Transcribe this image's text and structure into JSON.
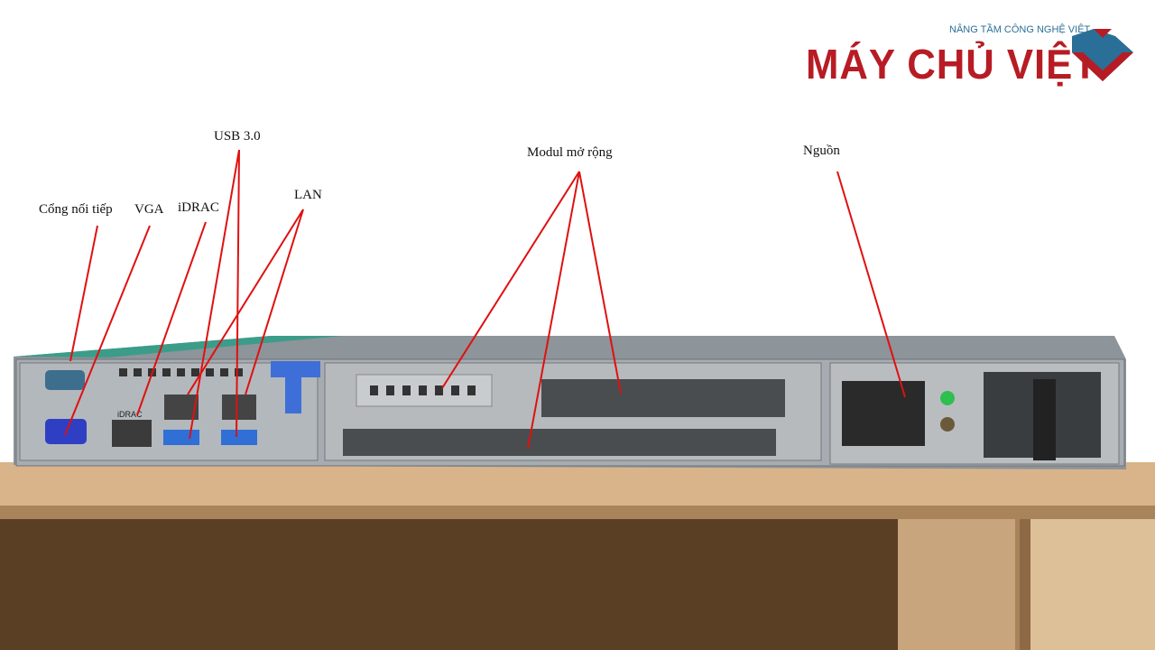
{
  "logo": {
    "tagline": "NÂNG TẦM CÔNG NGHỆ VIỆT",
    "brand": "MÁY CHỦ VIỆT",
    "colors": {
      "red": "#b71c24",
      "blue": "#2a6f97"
    }
  },
  "labels": {
    "serial": "Cổng nối tiếp",
    "vga": "VGA",
    "idrac": "iDRAC",
    "usb": "USB 3.0",
    "lan": "LAN",
    "expansion": "Modul mở rộng",
    "power": "Nguồn"
  },
  "port_marks": {
    "idrac_print": "iDRAC"
  },
  "colors": {
    "annotation_line": "#e01010"
  }
}
